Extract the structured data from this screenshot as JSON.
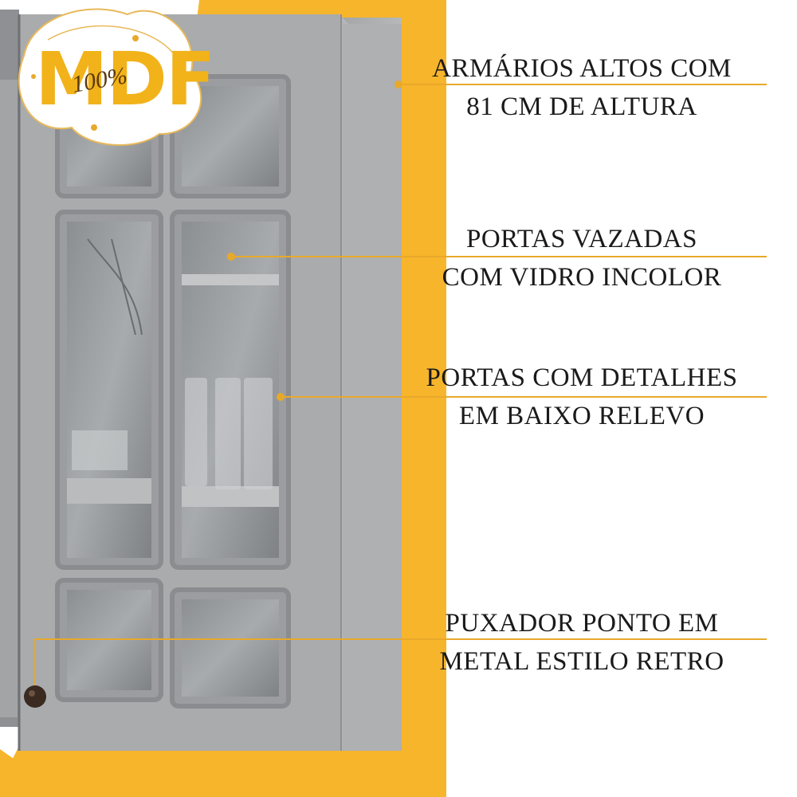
{
  "badge": {
    "main": "MDF",
    "sub": "100%"
  },
  "colors": {
    "accent": "#f7b52c",
    "callout_line": "#e8a92a",
    "cabinet": "#9ea0a2",
    "text": "#1a1a1a"
  },
  "callouts": [
    {
      "line1": "ARMÁRIOS ALTOS COM",
      "line2": "81 CM DE ALTURA"
    },
    {
      "line1": "PORTAS VAZADAS",
      "line2": "COM VIDRO INCOLOR"
    },
    {
      "line1": "PORTAS COM DETALHES",
      "line2": "EM BAIXO RELEVO"
    },
    {
      "line1": "PUXADOR PONTO EM",
      "line2": "METAL ESTILO RETRO"
    }
  ]
}
